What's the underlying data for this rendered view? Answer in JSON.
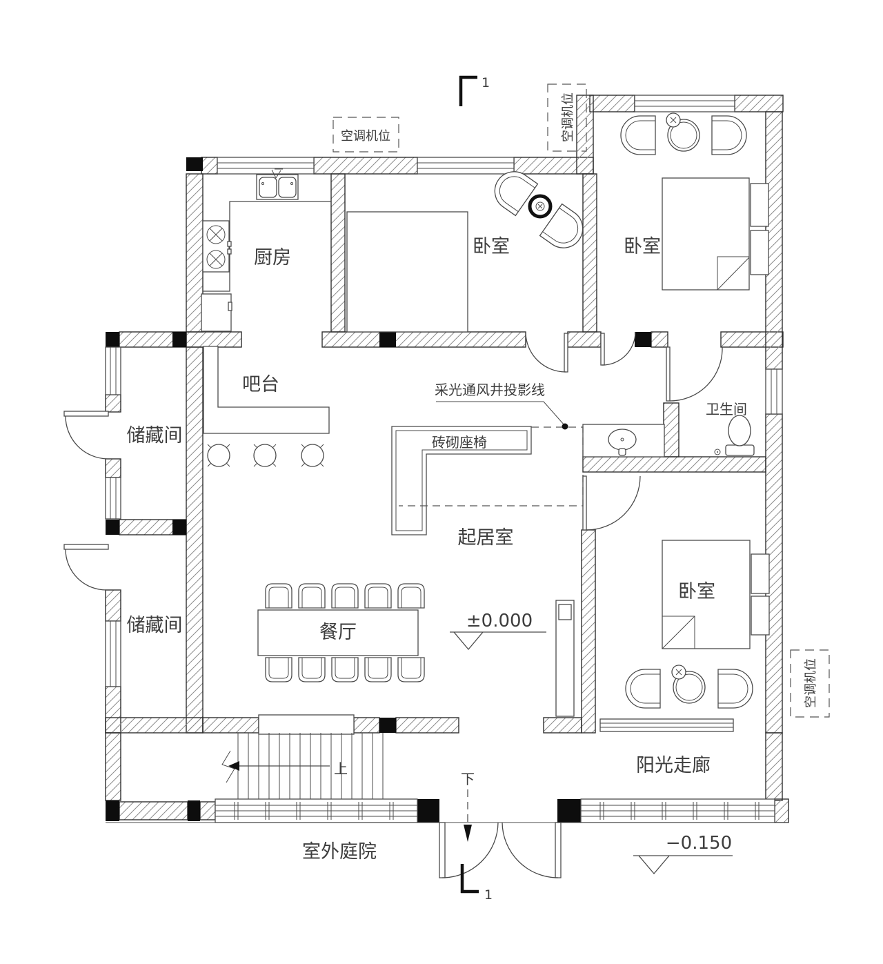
{
  "plan": {
    "rooms": {
      "kitchen": "厨房",
      "bedroom_top_middle": "卧室",
      "bedroom_top_right": "卧室",
      "bedroom_bottom_right": "卧室",
      "bar": "吧台",
      "storage_upper": "储藏间",
      "storage_lower": "储藏间",
      "bathroom": "卫生间",
      "living_room": "起居室",
      "dining_room": "餐厅",
      "sun_corridor": "阳光走廊",
      "outdoor_courtyard": "室外庭院"
    },
    "annotations": {
      "ac_unit_top": "空调机位",
      "ac_unit_top_right": "空调机位",
      "ac_unit_right": "空调机位",
      "light_well_leader": "采光通风井投影线",
      "brick_seat": "砖砌座椅",
      "level_main": "±0.000",
      "level_courtyard": "−0.150",
      "stairs_up": "上",
      "entry_down": "下",
      "section_mark_top": "1",
      "section_mark_bottom": "1"
    },
    "colors": {
      "wall_line": "#2f2f2f",
      "hatch_line": "#8c8c8c",
      "text": "#3d3d3d",
      "column_fill": "#0d0d0d",
      "background": "#ffffff"
    }
  }
}
